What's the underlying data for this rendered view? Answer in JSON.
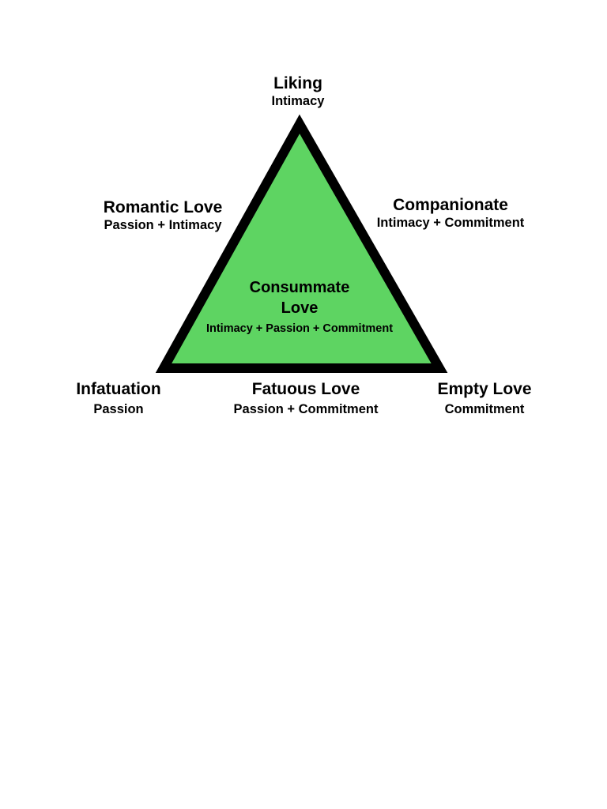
{
  "colors": {
    "triangle_fill": "#5ed462",
    "triangle_stroke": "#000000"
  },
  "top": {
    "title": "Liking",
    "sub": "Intimacy"
  },
  "left_side": {
    "title": "Romantic Love",
    "sub": "Passion + Intimacy"
  },
  "right_side": {
    "title": "Companionate",
    "sub": "Intimacy + Commitment"
  },
  "center": {
    "title_line1": "Consummate",
    "title_line2": "Love",
    "sub": "Intimacy + Passion + Commitment"
  },
  "bottom_left": {
    "title": "Infatuation",
    "sub": "Passion"
  },
  "bottom_center": {
    "title": "Fatuous Love",
    "sub": "Passion + Commitment"
  },
  "bottom_right": {
    "title": "Empty Love",
    "sub": "Commitment"
  }
}
